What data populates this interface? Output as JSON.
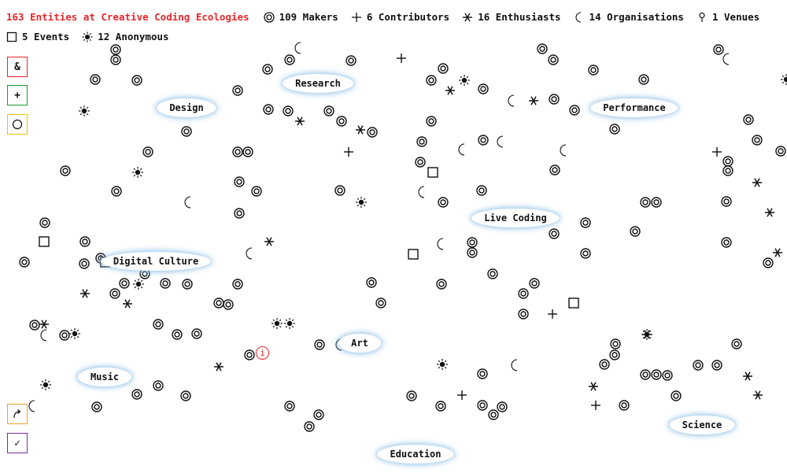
{
  "legend": {
    "title": "163 Entities at Creative Coding Ecologies",
    "items": [
      {
        "icon": "maker",
        "label": "109 Makers"
      },
      {
        "icon": "contributor",
        "label": "6 Contributors"
      },
      {
        "icon": "enthusiast",
        "label": "16 Enthusiasts"
      },
      {
        "icon": "organisation",
        "label": "14 Organisations"
      },
      {
        "icon": "venue",
        "label": "1 Venues"
      },
      {
        "icon": "event",
        "label": "5 Events"
      },
      {
        "icon": "anonymous",
        "label": "12 Anonymous"
      }
    ]
  },
  "clusters": [
    "Design",
    "Research",
    "Performance",
    "Live Coding",
    "Digital Culture",
    "Art",
    "Music",
    "Education",
    "Science"
  ],
  "toolbar": {
    "top": [
      {
        "name": "and-filter-button",
        "label": "&",
        "color": "#e8262a"
      },
      {
        "name": "add-button",
        "label": "+",
        "color": "#1a9a2a"
      },
      {
        "name": "circle-tool-button",
        "label": "",
        "icon": "circle",
        "color": "#f2c200"
      }
    ],
    "bottom": [
      {
        "name": "share-button",
        "label": "",
        "icon": "arrow",
        "color": "#f0a030"
      },
      {
        "name": "check-button",
        "label": "✓",
        "color": "#7a2a9a"
      }
    ]
  },
  "info_badge": {
    "label": "i",
    "color": "#e8262a"
  }
}
